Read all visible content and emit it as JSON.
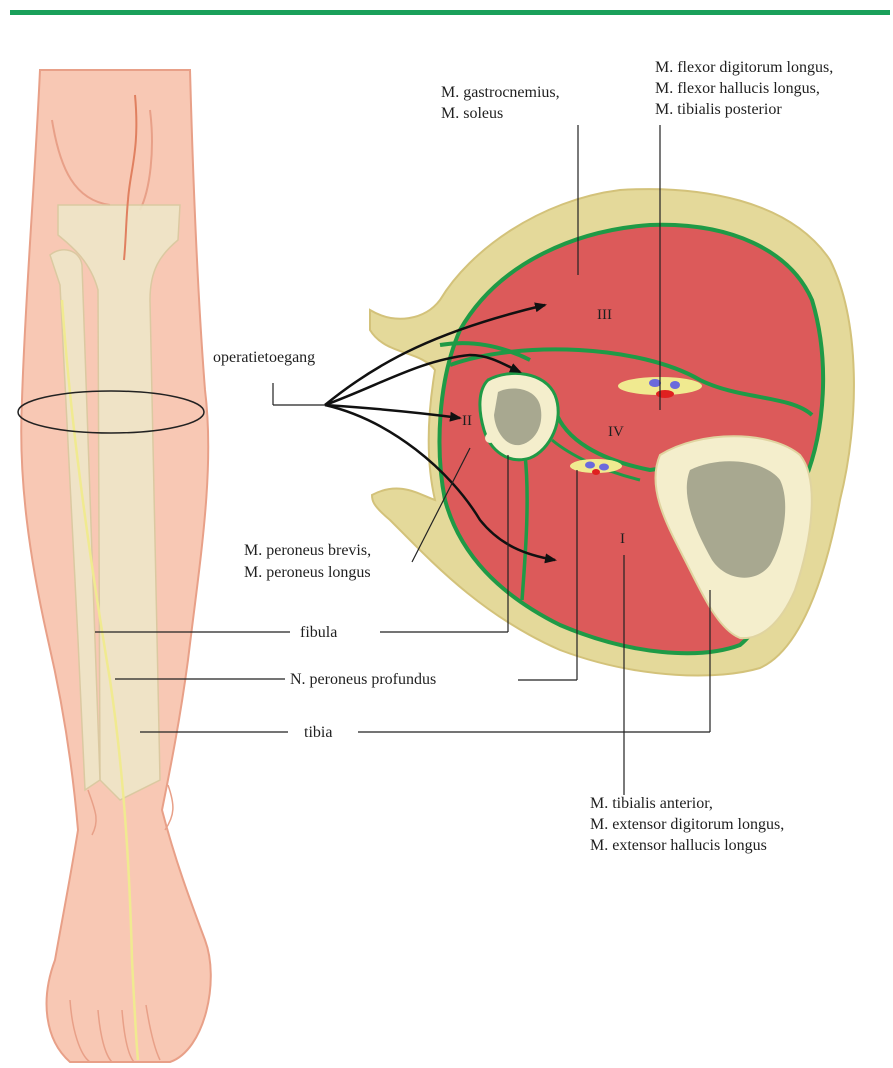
{
  "colors": {
    "accent_bar": "#1aa05a",
    "skin": "#f8c8b4",
    "skin_outline": "#e8a088",
    "bone": "#efe6c8",
    "fat": "#e4d99a",
    "muscle": "#dc5a5a",
    "fascia": "#1f9a46",
    "nerve": "#f0ea90",
    "marrow": "#a8a890"
  },
  "labels": {
    "gastrocnemius": [
      "M. gastrocnemius,",
      "M. soleus"
    ],
    "flexor": [
      "M. flexor digitorum longus,",
      "M. flexor hallucis longus,",
      "M. tibialis posterior"
    ],
    "operatie": "operatietoegang",
    "peroneus": [
      "M. peroneus brevis,",
      "M. peroneus longus"
    ],
    "fibula": "fibula",
    "nervus": "N. peroneus profundus",
    "tibia": "tibia",
    "tibialis_anterior": [
      "M. tibialis anterior,",
      "M. extensor digitorum longus,",
      "M. extensor hallucis longus"
    ]
  },
  "compartments": {
    "c1": "I",
    "c2": "II",
    "c3": "III",
    "c4": "IV"
  }
}
